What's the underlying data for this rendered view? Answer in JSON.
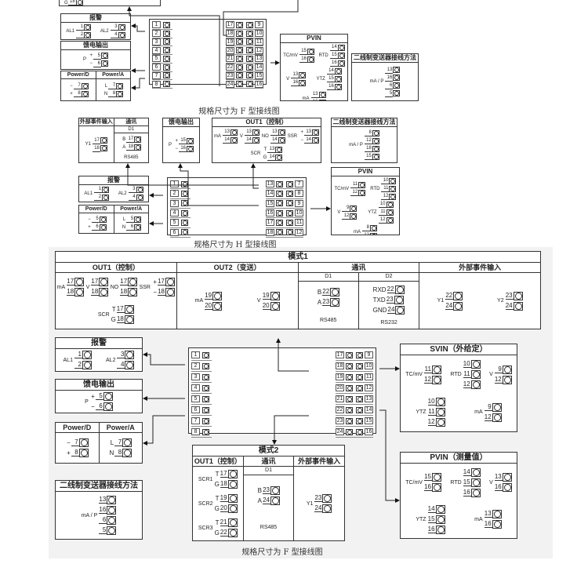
{
  "captions": [
    "规格尺寸为 F 型接线图",
    "规格尺寸为 H 型接线图",
    "规格尺寸为 F 型接线图"
  ],
  "top_partial": {
    "label": "G",
    "terms": [
      "18"
    ]
  },
  "panels": {
    "alarm1": {
      "title": "报警",
      "cols": [
        {
          "groups": [
            {
              "label": "AL1",
              "terms": [
                "1",
                "2"
              ]
            },
            {
              "label": "AL2",
              "terms": [
                "3",
                "4"
              ]
            }
          ]
        }
      ]
    },
    "feed1": {
      "title": "馈电输出",
      "cols": [
        {
          "groups": [
            {
              "label": "P",
              "terms": [
                "5",
                "6"
              ],
              "tlabels": [
                "+",
                "−"
              ]
            }
          ]
        }
      ]
    },
    "power1": {
      "cols": [
        {
          "head": "Power/D",
          "groups": [
            {
              "terms": [
                "7",
                "8"
              ],
              "tlabels": [
                "−",
                "+"
              ]
            }
          ]
        },
        {
          "head": "Power/A",
          "groups": [
            {
              "terms": [
                "7",
                "8"
              ],
              "tlabels": [
                "L",
                "N"
              ]
            }
          ]
        }
      ]
    },
    "pvin1": {
      "title": "PVIN",
      "cols": [
        {
          "groups": [
            {
              "label": "TC/mV",
              "terms": [
                "15",
                "16"
              ]
            },
            {
              "label": "RTD",
              "terms": [
                "14",
                "15",
                "16"
              ]
            },
            {
              "label": "V",
              "terms": [
                "13",
                "16"
              ]
            },
            {
              "label": "YTZ",
              "terms": [
                "14",
                "15",
                "16"
              ]
            },
            {
              "label": "mA",
              "terms": [
                "13",
                "16"
              ]
            }
          ]
        }
      ]
    },
    "twowire1": {
      "title": "二线制变送器接线方法",
      "cols": [
        {
          "groups": [
            {
              "label": "mA / P",
              "terms": [
                "13",
                "16",
                "6",
                "5"
              ]
            }
          ]
        }
      ]
    },
    "ext2": {
      "cols": [
        {
          "head": "外部事件输入",
          "groups": [
            {
              "label": "Y1",
              "terms": [
                "17",
                "18"
              ]
            }
          ]
        },
        {
          "head": "通讯",
          "sub": "D1",
          "groups": [
            {
              "terms": [
                "17",
                "18"
              ],
              "tlabels": [
                "B",
                "A"
              ]
            }
          ],
          "note": "RS485"
        }
      ]
    },
    "feed2": {
      "title": "馈电输出",
      "cols": [
        {
          "groups": [
            {
              "label": "P",
              "terms": [
                "15",
                "16"
              ],
              "tlabels": [
                "+",
                "−"
              ]
            }
          ]
        }
      ]
    },
    "out2": {
      "title": "OUT1（控制）",
      "cols": [
        {
          "groups": [
            {
              "label": "mA",
              "terms": [
                "13",
                "14"
              ]
            },
            {
              "label": "V",
              "terms": [
                "13",
                "14"
              ]
            },
            {
              "label": "NO",
              "terms": [
                "13",
                "14"
              ]
            },
            {
              "label": "SSR",
              "terms": [
                "13",
                "14"
              ],
              "tlabels": [
                "+",
                "−"
              ]
            },
            {
              "label": "SCR",
              "terms": [
                "13",
                "14"
              ],
              "tlabels": [
                "T",
                "G"
              ]
            }
          ]
        }
      ]
    },
    "twowire2": {
      "title": "二线制变送器接线方法",
      "cols": [
        {
          "groups": [
            {
              "label": "mA / P",
              "terms": [
                "8",
                "12",
                "18",
                "15"
              ]
            }
          ]
        }
      ]
    },
    "alarm2": {
      "title": "报警",
      "cols": [
        {
          "groups": [
            {
              "label": "AL1",
              "terms": [
                "1",
                "2"
              ]
            },
            {
              "label": "AL2",
              "terms": [
                "3",
                "4"
              ]
            }
          ]
        }
      ]
    },
    "power2": {
      "cols": [
        {
          "head": "Power/D",
          "groups": [
            {
              "terms": [
                "5",
                "6"
              ],
              "tlabels": [
                "−",
                "+"
              ]
            }
          ]
        },
        {
          "head": "Power/A",
          "groups": [
            {
              "terms": [
                "5",
                "6"
              ],
              "tlabels": [
                "L",
                "N"
              ]
            }
          ]
        }
      ]
    },
    "pvin2": {
      "title": "PVIN",
      "cols": [
        {
          "groups": [
            {
              "label": "TC/mV",
              "terms": [
                "11",
                "12"
              ]
            },
            {
              "label": "RTD",
              "terms": [
                "10",
                "11",
                "12"
              ]
            },
            {
              "label": "V",
              "terms": [
                "9",
                "12"
              ]
            },
            {
              "label": "YTZ",
              "terms": [
                "10",
                "11",
                "12"
              ]
            },
            {
              "label": "mA",
              "terms": [
                "8",
                "12"
              ]
            }
          ]
        }
      ]
    },
    "mode1": {
      "title": "模式1",
      "cols": [
        {
          "head": "OUT1（控制）",
          "groups": [
            {
              "label": "mA",
              "terms": [
                "17",
                "18"
              ]
            },
            {
              "label": "V",
              "terms": [
                "17",
                "18"
              ]
            },
            {
              "label": "NO",
              "terms": [
                "17",
                "18"
              ]
            },
            {
              "label": "SSR",
              "terms": [
                "17",
                "18"
              ],
              "tlabels": [
                "+",
                "−"
              ]
            },
            {
              "label": "SCR",
              "terms": [
                "17",
                "18"
              ],
              "tlabels": [
                "T",
                "G"
              ]
            }
          ]
        },
        {
          "head": "OUT2（变送）",
          "groups": [
            {
              "label": "mA",
              "terms": [
                "19",
                "20"
              ]
            },
            {
              "label": "V",
              "terms": [
                "19",
                "20"
              ]
            }
          ]
        },
        {
          "head": "通讯",
          "split": [
            {
              "sub": "D1",
              "groups": [
                {
                  "terms": [
                    "22",
                    "23"
                  ],
                  "tlabels": [
                    "B",
                    "A"
                  ]
                }
              ],
              "note": "RS485"
            },
            {
              "sub": "D2",
              "groups": [
                {
                  "terms": [
                    "22",
                    "23",
                    "24"
                  ],
                  "tlabels": [
                    "RXD",
                    "TXD",
                    "GND"
                  ]
                }
              ],
              "note": "RS232"
            }
          ]
        },
        {
          "head": "外部事件输入",
          "groups": [
            {
              "label": "Y1",
              "terms": [
                "22",
                "24"
              ]
            },
            {
              "label": "Y2",
              "terms": [
                "23",
                "24"
              ]
            }
          ]
        }
      ]
    },
    "alarm3": {
      "title": "报警",
      "cols": [
        {
          "groups": [
            {
              "label": "AL1",
              "terms": [
                "1",
                "2"
              ]
            },
            {
              "label": "AL2",
              "terms": [
                "3",
                "4"
              ]
            }
          ]
        }
      ]
    },
    "feed3": {
      "title": "馈电输出",
      "cols": [
        {
          "groups": [
            {
              "label": "P",
              "terms": [
                "5",
                "6"
              ],
              "tlabels": [
                "+",
                "−"
              ]
            }
          ]
        }
      ]
    },
    "power3": {
      "cols": [
        {
          "head": "Power/D",
          "groups": [
            {
              "terms": [
                "7",
                "8"
              ],
              "tlabels": [
                "−",
                "+"
              ]
            }
          ]
        },
        {
          "head": "Power/A",
          "groups": [
            {
              "terms": [
                "7",
                "8"
              ],
              "tlabels": [
                "L",
                "N"
              ]
            }
          ]
        }
      ]
    },
    "svin": {
      "title": "SVIN（外给定）",
      "cols": [
        {
          "groups": [
            {
              "label": "TC/mV",
              "terms": [
                "11",
                "12"
              ]
            },
            {
              "label": "RTD",
              "terms": [
                "10",
                "11",
                "12"
              ]
            },
            {
              "label": "V",
              "terms": [
                "9",
                "12"
              ]
            },
            {
              "label": "YTZ",
              "terms": [
                "10",
                "11",
                "12"
              ]
            },
            {
              "label": "mA",
              "terms": [
                "9",
                "12"
              ]
            }
          ]
        }
      ]
    },
    "mode2": {
      "title": "模式2",
      "cols": [
        {
          "head": "OUT1（控制）",
          "groups": [
            {
              "label": "SCR1",
              "terms": [
                "17",
                "18"
              ],
              "tlabels": [
                "T",
                "G"
              ]
            },
            {
              "label": "SCR2",
              "terms": [
                "19",
                "20"
              ],
              "tlabels": [
                "T",
                "G"
              ]
            },
            {
              "label": "SCR3",
              "terms": [
                "21",
                "22"
              ],
              "tlabels": [
                "T",
                "G"
              ]
            }
          ]
        },
        {
          "head": "通讯",
          "sub": "D1",
          "groups": [
            {
              "terms": [
                "23",
                "24"
              ],
              "tlabels": [
                "B",
                "A"
              ]
            }
          ],
          "note": "RS485"
        },
        {
          "head": "外部事件输入",
          "groups": [
            {
              "label": "Y1",
              "terms": [
                "23",
                "24"
              ]
            }
          ]
        }
      ]
    },
    "twowire3": {
      "title": "二线制变送器接线方法",
      "cols": [
        {
          "groups": [
            {
              "label": "mA / P",
              "terms": [
                "13",
                "16",
                "6",
                "5"
              ]
            }
          ]
        }
      ]
    },
    "pvin3": {
      "title": "PVIN（测量值）",
      "cols": [
        {
          "groups": [
            {
              "label": "TC/mV",
              "terms": [
                "15",
                "16"
              ]
            },
            {
              "label": "RTD",
              "terms": [
                "14",
                "15",
                "16"
              ]
            },
            {
              "label": "V",
              "terms": [
                "13",
                "16"
              ]
            },
            {
              "label": "YTZ",
              "terms": [
                "14",
                "15",
                "16"
              ]
            },
            {
              "label": "mA",
              "terms": [
                "13",
                "16"
              ]
            }
          ]
        }
      ]
    }
  },
  "blocks": {
    "main1": {
      "left": [
        "1",
        "2",
        "3",
        "4",
        "5",
        "6",
        "7",
        "8"
      ],
      "right": [
        [
          "17",
          "9"
        ],
        [
          "18",
          "10"
        ],
        [
          "19",
          "11"
        ],
        [
          "20",
          "12"
        ],
        [
          "21",
          "13"
        ],
        [
          "22",
          "14"
        ],
        [
          "23",
          "15"
        ],
        [
          "24",
          "16"
        ]
      ]
    },
    "main2": {
      "left": [
        "1",
        "2",
        "3",
        "4",
        "5",
        "6"
      ],
      "right": [
        [
          "13",
          "7"
        ],
        [
          "14",
          "8"
        ],
        [
          "15",
          "9"
        ],
        [
          "16",
          "10"
        ],
        [
          "17",
          "11"
        ],
        [
          "18",
          "12"
        ]
      ]
    },
    "main3": {
      "left": [
        "1",
        "2",
        "3",
        "4",
        "5",
        "6",
        "7",
        "8"
      ],
      "right": [
        [
          "17",
          "9"
        ],
        [
          "18",
          "10"
        ],
        [
          "19",
          "11"
        ],
        [
          "20",
          "12"
        ],
        [
          "21",
          "13"
        ],
        [
          "22",
          "14"
        ],
        [
          "23",
          "15"
        ],
        [
          "24",
          "16"
        ]
      ]
    }
  }
}
